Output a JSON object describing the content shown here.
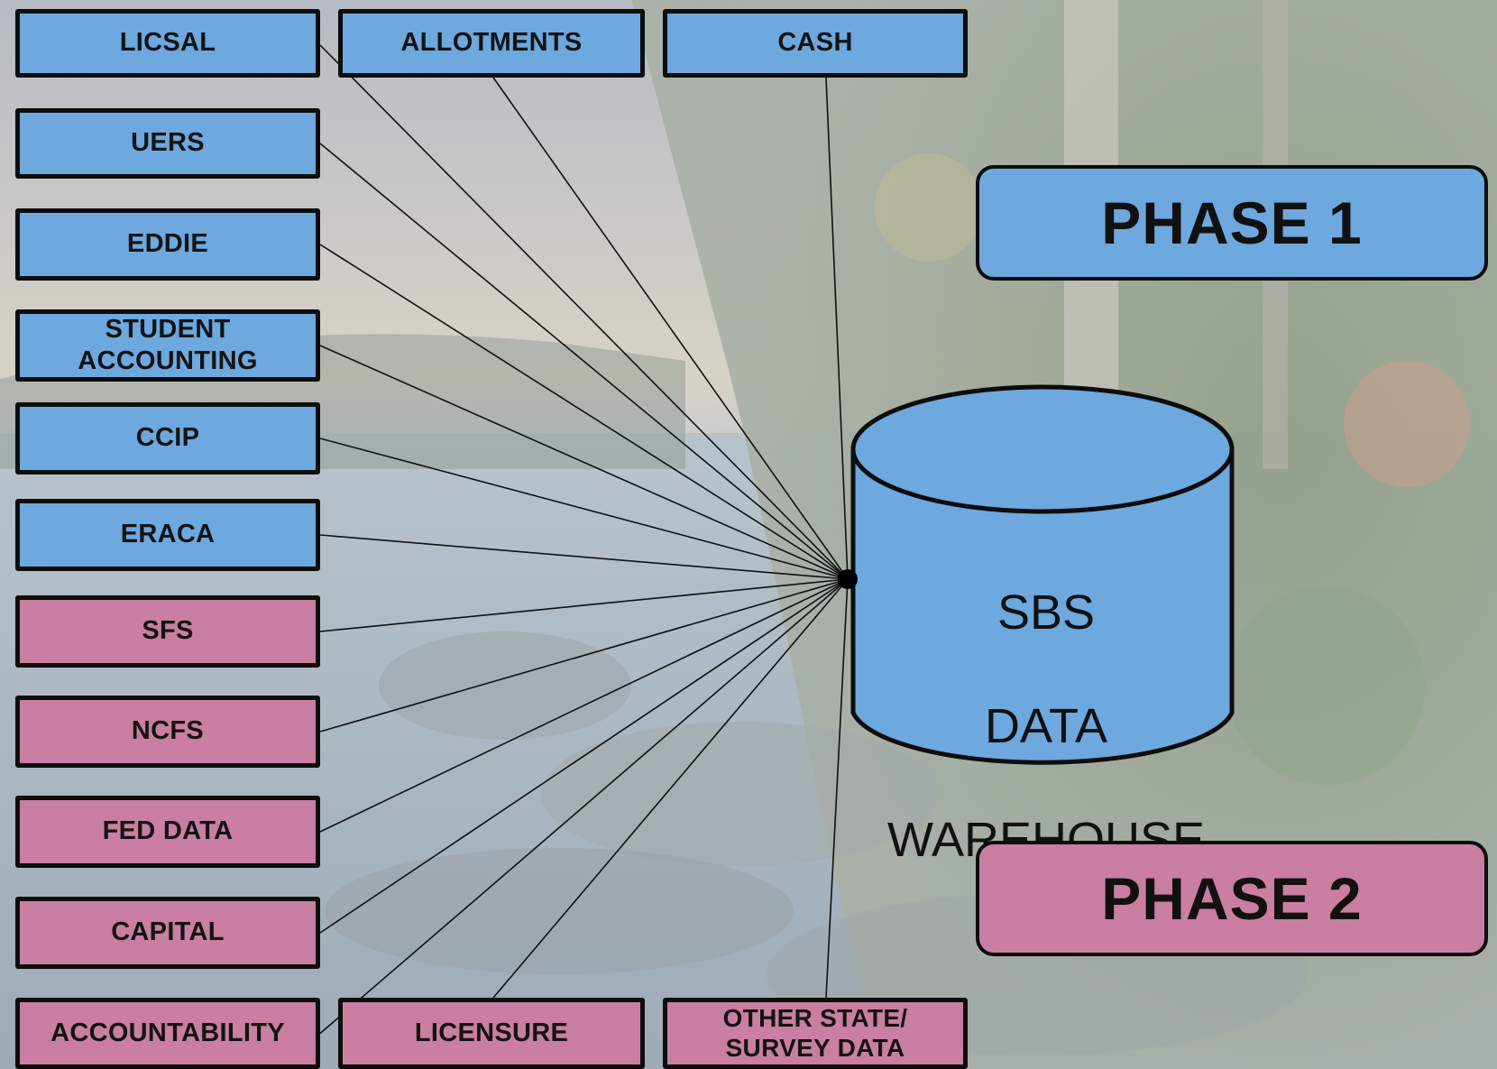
{
  "diagram": {
    "sources_left": [
      {
        "label": "LICSAL",
        "phase": 1
      },
      {
        "label": "UERS",
        "phase": 1
      },
      {
        "label": "EDDIE",
        "phase": 1
      },
      {
        "label": "STUDENT\nACCOUNTING",
        "phase": 1
      },
      {
        "label": "CCIP",
        "phase": 1
      },
      {
        "label": "ERACA",
        "phase": 1
      },
      {
        "label": "SFS",
        "phase": 2
      },
      {
        "label": "NCFS",
        "phase": 2
      },
      {
        "label": "FED DATA",
        "phase": 2
      },
      {
        "label": "CAPITAL",
        "phase": 2
      },
      {
        "label": "ACCOUNTABILITY",
        "phase": 2
      }
    ],
    "sources_top": [
      {
        "label": "ALLOTMENTS",
        "phase": 1
      },
      {
        "label": "CASH",
        "phase": 1
      }
    ],
    "sources_bottom": [
      {
        "label": "LICENSURE",
        "phase": 2
      },
      {
        "label": "OTHER STATE/\nSURVEY DATA",
        "phase": 2
      }
    ],
    "warehouse": {
      "line1": "SBS",
      "line2": "DATA",
      "line3": "WAREHOUSE"
    },
    "legend": {
      "phase1_label": "PHASE 1",
      "phase2_label": "PHASE 2"
    }
  },
  "colors": {
    "phase1": "#6da8de",
    "phase2": "#c97ea2",
    "outline": "#0d0d0d"
  }
}
